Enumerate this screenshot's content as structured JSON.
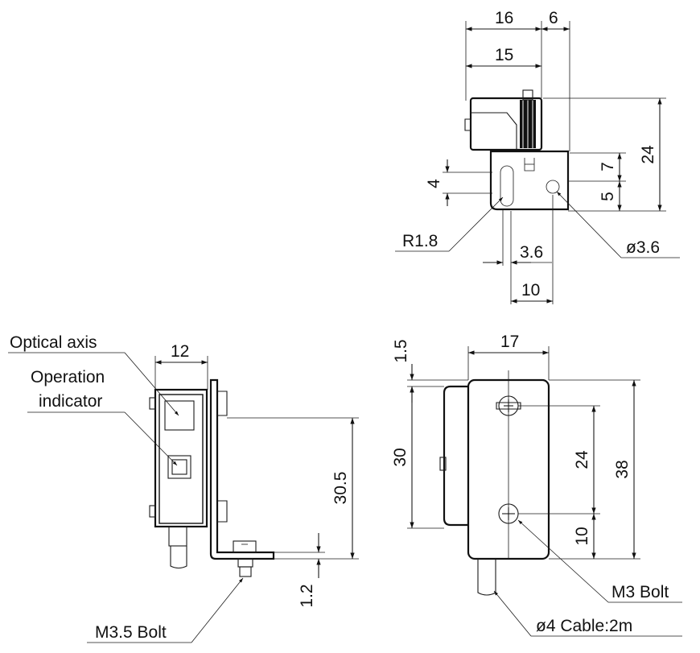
{
  "top_view": {
    "dim_width_total": "16",
    "dim_width_offset": "6",
    "dim_width_body": "15",
    "dim_height_total": "24",
    "dim_hole_offset": "7",
    "dim_hole_bottom": "5",
    "dim_slot_height": "4",
    "dim_slot_radius": "R1.8",
    "dim_slot_width": "3.6",
    "dim_hole_spacing": "10",
    "dim_hole_diameter": "ø3.6"
  },
  "side_view": {
    "label_optical_axis": "Optical axis",
    "label_operation_line1": "Operation",
    "label_operation_line2": "indicator",
    "dim_width": "12",
    "dim_height": "30.5",
    "dim_thickness": "1.2",
    "label_bolt": "M3.5 Bolt"
  },
  "front_view": {
    "dim_offset_top": "1.5",
    "dim_width": "17",
    "dim_height_left": "30",
    "dim_bolt_spacing": "24",
    "dim_height_total": "38",
    "dim_bolt_bottom": "10",
    "label_bolt": "M3 Bolt",
    "label_cable": "ø4 Cable:2m"
  }
}
